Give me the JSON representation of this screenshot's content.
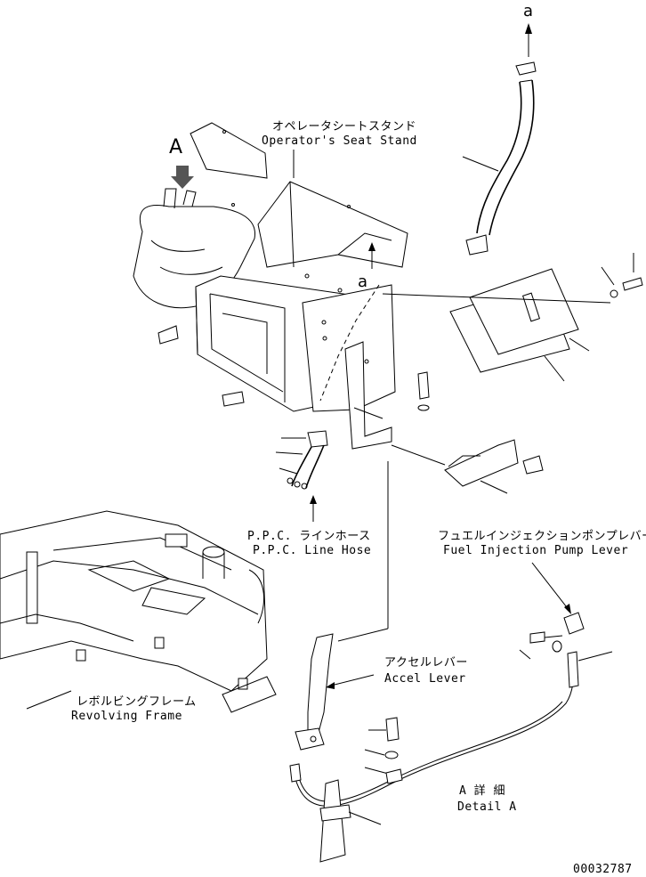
{
  "labels": {
    "arrow_a_top": "a",
    "arrow_a_mid": "a",
    "detail_marker": "A",
    "seat_stand_jp": "オペレータシートスタンド",
    "seat_stand_en": "Operator's Seat Stand",
    "ppc_hose_jp": "P.P.C. ラインホース",
    "ppc_hose_en": "P.P.C. Line Hose",
    "fuel_lever_jp": "フュエルインジェクションポンプレバー",
    "fuel_lever_en": "Fuel Injection Pump Lever",
    "accel_jp": "アクセルレバー",
    "accel_en": "Accel Lever",
    "frame_jp": "レボルビングフレーム",
    "frame_en": "Revolving Frame",
    "detail_jp": "A 詳 細",
    "detail_en": "Detail A",
    "drawing_number": "00032787"
  }
}
